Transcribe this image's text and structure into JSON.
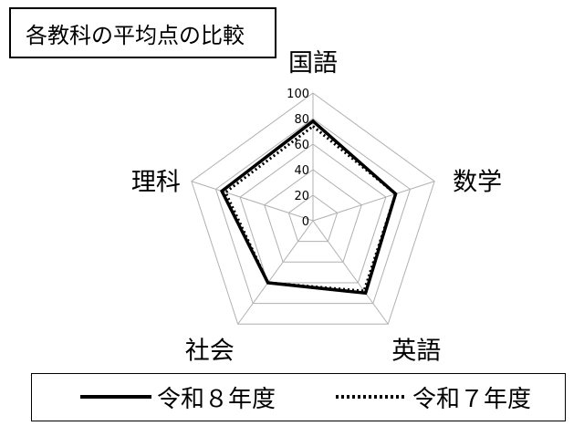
{
  "chart_data": {
    "type": "radar",
    "title": "各教科の平均点の比較",
    "categories": [
      "国語",
      "数学",
      "英語",
      "社会",
      "理科"
    ],
    "rticks": [
      "0",
      "20",
      "40",
      "60",
      "80",
      "100"
    ],
    "rlim": [
      0,
      100
    ],
    "grid": true,
    "legend_position": "bottom",
    "series": [
      {
        "name": "令和８年度",
        "values": [
          78,
          68,
          70,
          60,
          75
        ],
        "color": "#000000",
        "style": "solid"
      },
      {
        "name": "令和７年度",
        "values": [
          74,
          68,
          68,
          60,
          72
        ],
        "color": "#000000",
        "style": "dotted"
      }
    ]
  }
}
